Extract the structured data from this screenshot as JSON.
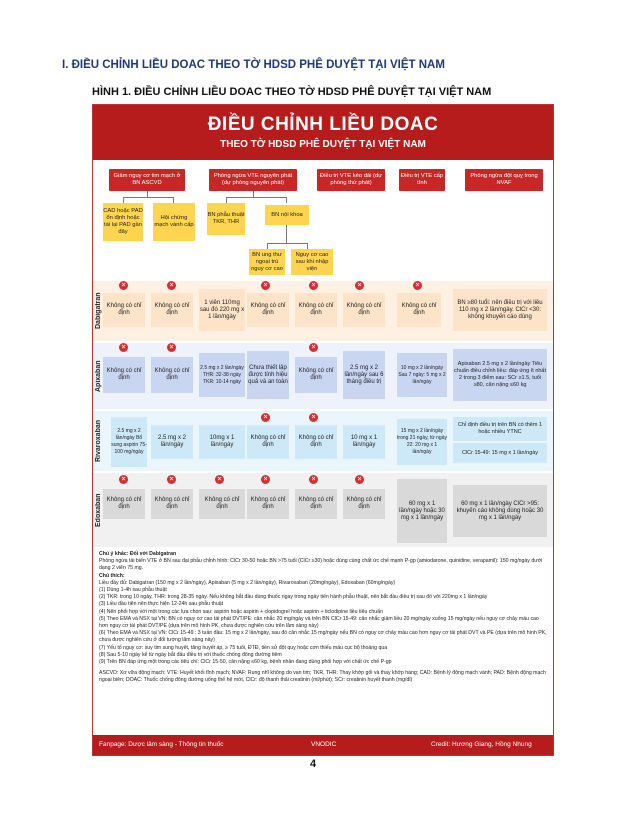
{
  "heading_section": "I.  ĐIỀU CHỈNH LIỀU DOAC THEO TỜ HDSD PHÊ DUYỆT TẠI VIỆT NAM",
  "heading_figure": "HÌNH 1. ĐIỀU CHỈNH LIỀU DOAC THEO TỜ HDSD PHÊ DUYỆT TẠI VIỆT NAM",
  "poster": {
    "title": "ĐIỀU CHỈNH LIỀU DOAC",
    "subtitle": "THEO TỜ HDSD PHÊ DUYỆT TẠI VIỆT NAM",
    "headers": [
      "Giảm nguy cơ tim mạch ở BN ASCVD",
      "Phòng ngừa VTE nguyên phát (dự phòng nguyên phát)",
      "Điều trị VTE kéo dài (dự phòng thứ phát)",
      "Điều trị VTE cấp tính",
      "Phòng ngừa đột quỵ trong NVAF"
    ],
    "subs": [
      "CAD hoặc PAD ổn định hoặc tái lại PAD gần đây",
      "Hội chứng mạch vành cấp",
      "BN phẫu thuật TKR, THR",
      "BN nội khoa",
      "BN ung thư ngoại trú nguy cơ cao",
      "Nguy cơ cao sau khi nhập viện"
    ],
    "drugs": [
      "Dabigatran",
      "Apixaban",
      "Rivaroxaban",
      "Edoxaban"
    ],
    "dabigatran": [
      "Không có chỉ định",
      "Không có chỉ định",
      "1 viên 110mg sau đó 220 mg x 1 lần/ngày",
      "Không có chỉ định",
      "Không có chỉ định",
      "Không có chỉ định",
      "Không có chỉ định",
      "BN ≥80 tuổi: nên điều trị với liều 110 mg x 2 lần/ngày. ClCr <30: không khuyến cáo dùng"
    ],
    "apixaban": [
      "Không có chỉ định",
      "Không có chỉ định",
      "2.5 mg x 2 lần/ngày THR: 32-38 ngày TKR: 10-14 ngày",
      "Chưa thiết lập được tính hiệu quả và an toàn",
      "Không có chỉ định",
      "2.5 mg x 2 lần/ngày sau 6 tháng điều trị",
      "10 mg x 2 lần/ngày Sau 7 ngày: 5 mg x 2 lần/ngày",
      "Apixaban 2.5 mg x 2 lần/ngày Tiêu chuẩn điều chỉnh liều: đáp ứng ít nhất 2 trong 3 điểm sau: SCr ≥1.5, tuổi ≥80, cân nặng ≤60 kg"
    ],
    "rivaroxaban": [
      "2.5 mg x 2 lần/ngày Bổ sung aspirin 75-100 mg/ngày",
      "2.5 mg x 2 lần/ngày",
      "10mg x 1 lần/ngày",
      "Không có chỉ định",
      "Không có chỉ định",
      "10 mg x 1 lần/ngày",
      "15 mg x 2 lần/ngày trong 21 ngày, từ ngày 22: 20 mg x 1 lần/ngày",
      "Chỉ định điều trị trên BN có thêm 1 hoặc nhiều YTNC",
      "ClCr 15-49: 15 mg x 1 lần/ngày"
    ],
    "edoxaban": [
      "Không có chỉ định",
      "Không có chỉ định",
      "Không có chỉ định",
      "Không có chỉ định",
      "Không có chỉ định",
      "Không có chỉ định",
      "60 mg x 1 lần/ngày hoặc 30 mg x 1 lần/ngày",
      "60 mg x 1 lần/ngày ClCr >95: khuyến cáo không dùng hoặc 30 mg x 1 lần/ngày"
    ],
    "notes": [
      "Chú ý khác: Đối với Dabigatran",
      "Phòng ngừa tái biến VTE ở BN sau đại phẫu chỉnh hình: ClCr 30-50 hoặc BN >75 tuổi (ClCr ≥30) hoặc dùng cùng chất ức chế mạnh P-gp (amiodarone, quinidine, verapamil): 150 mg/ngày dưới dạng 2 viên 75 mg.",
      "Chú thích:",
      "Liều đầy đủ: Dabigatran (150 mg x 2 lần/ngày), Apixaban (5 mg x 2 lần/ngày), Rivaroxaban (20mg/ngày), Edoxaban (60mg/ngày)",
      "(1) Dùng 1-4h sau phẫu thuật",
      "(2) TKR: trong 10 ngày, THR: trong 28-35 ngày. Nếu không bắt đầu dùng thuốc ngay trong ngày tiến hành phẫu thuật, nên bắt đầu điều trị sau đó với 220mg x 1 lần/ngày",
      "(3) Liều đầu tiên nên thực hiện 12-24h sau phẫu thuật",
      "(4) Nên phối hợp với một trong các lựa chọn sau: aspirin hoặc aspirin + clopidogrel hoặc aspirin + ticlodipine liều tiêu chuẩn",
      "(5) Theo EMA và NSX tại VN: BN có nguy cơ cao tái phát DVT/PE: cân nhắc 20 mg/ngày và trên BN ClCr 15-49: cân nhắc giảm liều 20 mg/ngày xuống 15 mg/ngày nếu nguy cơ chảy máu cao hơn nguy cơ tái phát DVT/PE (dựa trên mô hình PK, chưa được nghiên cứu trên lâm sàng này)",
      "(6) Theo EMA và NSX tại VN: ClCr 15-49 : 3 tuần đầu: 15 mg x 2 lần/ngày, sau đó cân nhắc 15 mg/ngày nếu BN có nguy cơ chảy máu cao hơn nguy cơ tái phát DVT và PE (dựa trên mô hình PK, chưa được nghiên cứu ở đối tượng lâm sàng này)",
      "(7) Yếu tố nguy cơ: suy tim sung huyết, tăng huyết áp, ≥ 75 tuổi, ĐTĐ, tiền sử đột quỵ hoặc cơn thiếu máu cục bộ thoáng qua",
      "(8) Sau 5-10 ngày kể từ ngày bắt đầu điều trị với thuốc chống đông đường tiêm",
      "(9) Trên BN đáp ứng một trong các tiêu chí: ClCr 15-50, cân nặng ≤60 kg, bệnh nhân đang dùng phối hợp với chất ức chế P-gp",
      "ASCVD: Xơ vữa động mạch; VTE: Huyết khối tĩnh mạch; NVAF: Rung nhĩ không do van tim; TKR, THR: Thay khớp gối và thay khớp háng; CAD: Bệnh lý động mạch vành; PAD: Bệnh động mạch ngoại biên; DOAC: Thuốc chống đông đường uống thế hệ mới, ClCr: độ thanh thải creatinin (ml/phút); SCr: creatinin huyết thanh (mg/dl)"
    ],
    "footer_left": "Fanpage: Dược lâm sàng - Thông tin thuốc",
    "footer_mid": "VNODIC",
    "footer_right": "Credit: Hương Giang, Hồng Nhung"
  },
  "page_number": "4"
}
